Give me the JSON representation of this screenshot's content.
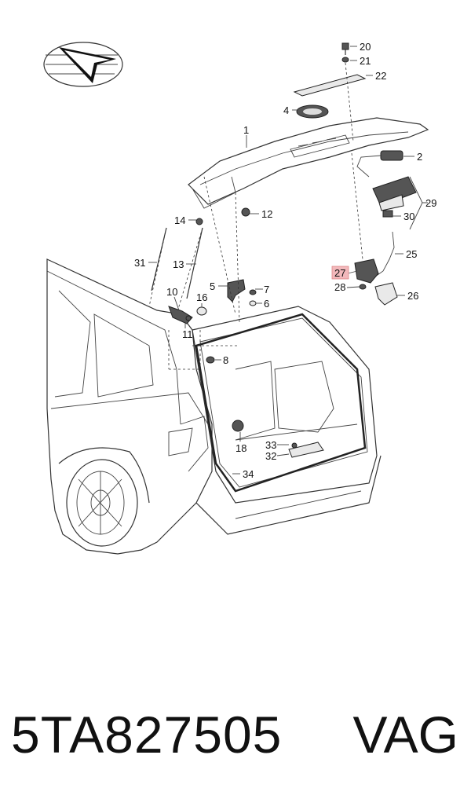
{
  "diagram": {
    "callouts": [
      "1",
      "2",
      "4",
      "5",
      "6",
      "7",
      "8",
      "10",
      "11",
      "12",
      "13",
      "14",
      "16",
      "18",
      "20",
      "21",
      "22",
      "25",
      "26",
      "27",
      "28",
      "29",
      "30",
      "31",
      "32",
      "33",
      "34"
    ],
    "highlighted_callout": "27",
    "highlight_color": "#f2b8bb"
  },
  "footer": {
    "part_number": "5TA827505",
    "brand": "VAG"
  }
}
